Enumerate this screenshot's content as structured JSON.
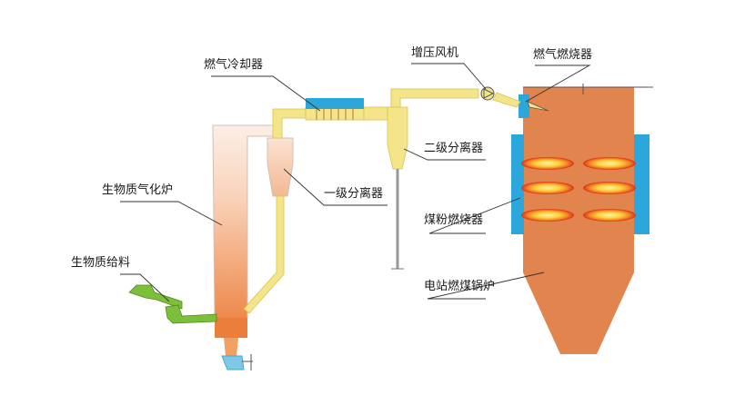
{
  "labels": {
    "gas_cooler": "燃气冷却器",
    "booster_fan": "增压风机",
    "gas_burner": "燃气燃烧器",
    "secondary_separator": "二级分离器",
    "primary_separator": "一级分离器",
    "gasifier": "生物质气化炉",
    "coal_burner": "煤粉燃烧器",
    "biomass_feed": "生物质给料",
    "boiler": "电站燃煤锅炉"
  },
  "colors": {
    "boiler": "#e2844d",
    "gasifier_top": "#fbe7dc",
    "gasifier_bottom": "#ef8848",
    "pipe": "#f5e58a",
    "pipe_stroke": "#d9c24a",
    "cooler": "#2ba7dc",
    "feed_screw": "#7cbf3a",
    "flame_outer": "#e23a1f",
    "flame_inner": "#ffd84a"
  }
}
